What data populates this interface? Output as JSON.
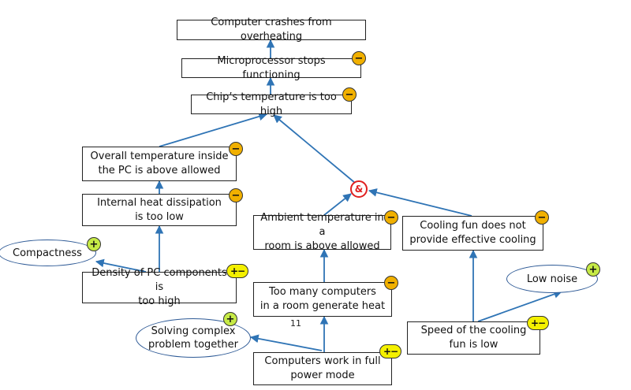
{
  "boxes": {
    "crash": "Computer crashes from overheating",
    "micro": "Microprocessor stops functioning",
    "chip": "Chip’s temperature is too high",
    "overall": "Overall temperature inside\nthe PC is above allowed",
    "dissipation": "Internal heat dissipation\nis too low",
    "density": "Density of PC components is\ntoo high",
    "ambient": "Ambient temperature in a\nroom is above allowed",
    "cooling": "Cooling fun does not\nprovide effective cooling",
    "many": "Too many computers\nin a room generate heat",
    "fullpower": "Computers work in full\npower mode",
    "speed": "Speed of the cooling\nfun is low"
  },
  "ellipses": {
    "compactness": "Compactness",
    "solving": "Solving complex\nproblem together",
    "lownoise": "Low noise"
  },
  "badges": {
    "minus": "−",
    "plus": "+",
    "plusminus": "+−"
  },
  "and_symbol": "&",
  "page_number": "11",
  "colors": {
    "arrow": "#2f74b5",
    "minus_badge": "#f1b000",
    "plus_badge": "#c6ea46",
    "plusminus_badge": "#f4f000",
    "and_node": "#e02020"
  }
}
